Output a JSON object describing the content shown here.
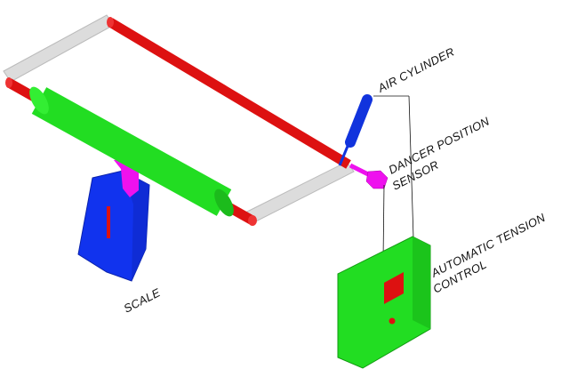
{
  "labels": {
    "air_cylinder": "AIR CYLINDER",
    "dancer_line1": "DANCER POSITION",
    "dancer_line2": "SENSOR",
    "control_line1": "AUTOMATIC TENSION",
    "control_line2": "CONTROL",
    "scale": "SCALE"
  },
  "colors": {
    "roller_green": "#22dd22",
    "bar_red": "#dd1111",
    "frame_gray": "#dcdcdc",
    "scale_blue": "#1133ee",
    "mount_magenta": "#ee11ee",
    "cylinder_blue": "#1133dd",
    "control_green": "#22dd22",
    "indicator_red": "#dd1111"
  }
}
